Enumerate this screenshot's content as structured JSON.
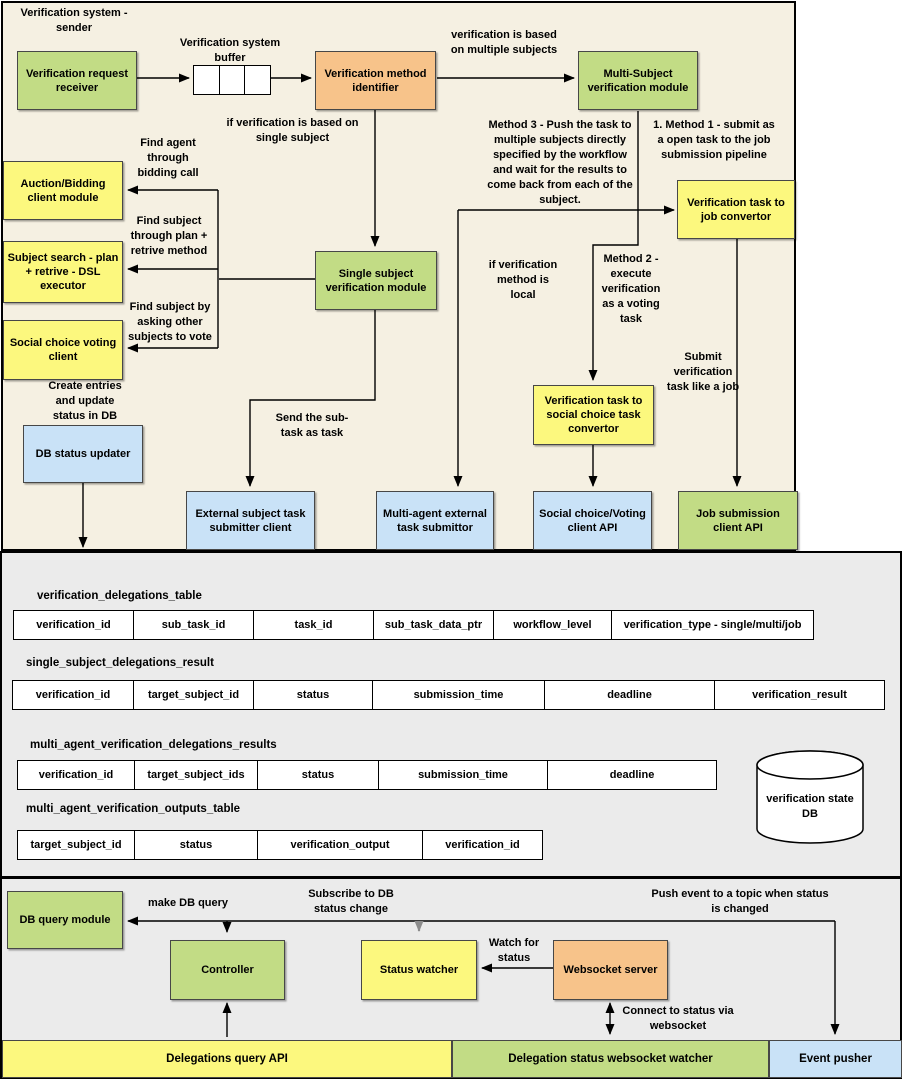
{
  "sender": {
    "title": "Verification system - sender",
    "buffer_label": "Verification system buffer",
    "boxes": {
      "request_receiver": "Verification request receiver",
      "method_identifier": "Verification method identifier",
      "multi_subject_module": "Multi-Subject verification module",
      "job_convertor": "Verification task to job convertor",
      "auction_bidding": "Auction/Bidding client module",
      "subject_search": "Subject search - plan + retrive  - DSL executor",
      "social_choice_voting": "Social choice voting client",
      "db_status_updater": "DB status updater",
      "single_subject_module": "Single subject verification module",
      "social_choice_convertor": "Verification task to social choice task convertor",
      "external_submitter": "External subject task submitter client",
      "multi_agent_submittor": "Multi-agent external task submittor",
      "social_choice_api": "Social choice/Voting client API",
      "job_submission_api": "Job submission client API"
    },
    "labels": {
      "multiple_subjects": "verification is based on multiple subjects",
      "single_subject": "if verification is based on single subject",
      "method3": "Method 3 - Push the task to multiple subjects directly specified by the workflow and wait for the results to come back from each of the subject.",
      "method1": "1. Method 1 - submit as a open task to the job submission pipeline",
      "method2": "Method 2 - execute verification as a voting task",
      "if_local": "if verification method is local",
      "submit_job": "Submit verification task like a job",
      "find_agent": "Find agent through bidding call",
      "find_subject_plan": "Find subject through plan + retrive method",
      "find_subject_vote": "Find subject by asking other subjects to vote",
      "create_entries": "Create entries and update status in DB",
      "send_subtask": "Send the sub-task as task"
    }
  },
  "tables": {
    "t1": {
      "title": "verification_delegations_table",
      "columns": [
        "verification_id",
        "sub_task_id",
        "task_id",
        "sub_task_data_ptr",
        "workflow_level",
        "verification_type - single/multi/job"
      ]
    },
    "t2": {
      "title": "single_subject_delegations_result",
      "columns": [
        "verification_id",
        "target_subject_id",
        "status",
        "submission_time",
        "deadline",
        "verification_result"
      ]
    },
    "t3": {
      "title": "multi_agent_verification_delegations_results",
      "columns": [
        "verification_id",
        "target_subject_ids",
        "status",
        "submission_time",
        "deadline"
      ]
    },
    "t4": {
      "title": "multi_agent_verification_outputs_table",
      "columns": [
        "target_subject_id",
        "status",
        "verification_output",
        "verification_id"
      ]
    },
    "db_label": "verification state DB"
  },
  "watcher": {
    "boxes": {
      "db_query": "DB query module",
      "controller": "Controller",
      "status_watcher": "Status watcher",
      "websocket_server": "Websocket server",
      "delegations_query_api": "Delegations query API",
      "websocket_watcher": "Delegation status websocket watcher",
      "event_pusher": "Event pusher"
    },
    "labels": {
      "make_db_query": "make DB query",
      "subscribe": "Subscribe to DB status change",
      "push_event": "Push event to a topic when status is changed",
      "watch_for_status": "Watch for status",
      "connect_websocket": "Connect to status via websocket"
    }
  },
  "colors": {
    "green": "#c2dc85",
    "yellow": "#fcf87e",
    "orange": "#f7c38a",
    "blue": "#c9e2f7",
    "sender_bg": "#f5f0e2",
    "gray_bg": "#ebebeb",
    "line": "#000000",
    "gray_line": "#8c8c8c"
  }
}
